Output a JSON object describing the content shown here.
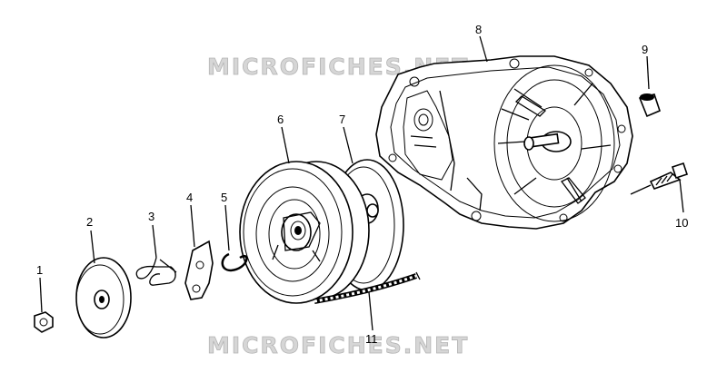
{
  "watermark": "MICROFICHES.NET",
  "callouts": [
    {
      "id": "1",
      "label": "1"
    },
    {
      "id": "2",
      "label": "2"
    },
    {
      "id": "3",
      "label": "3"
    },
    {
      "id": "4",
      "label": "4"
    },
    {
      "id": "5",
      "label": "5"
    },
    {
      "id": "6",
      "label": "6"
    },
    {
      "id": "7",
      "label": "7"
    },
    {
      "id": "8",
      "label": "8"
    },
    {
      "id": "9",
      "label": "9"
    },
    {
      "id": "10",
      "label": "10"
    },
    {
      "id": "11",
      "label": "11"
    }
  ]
}
